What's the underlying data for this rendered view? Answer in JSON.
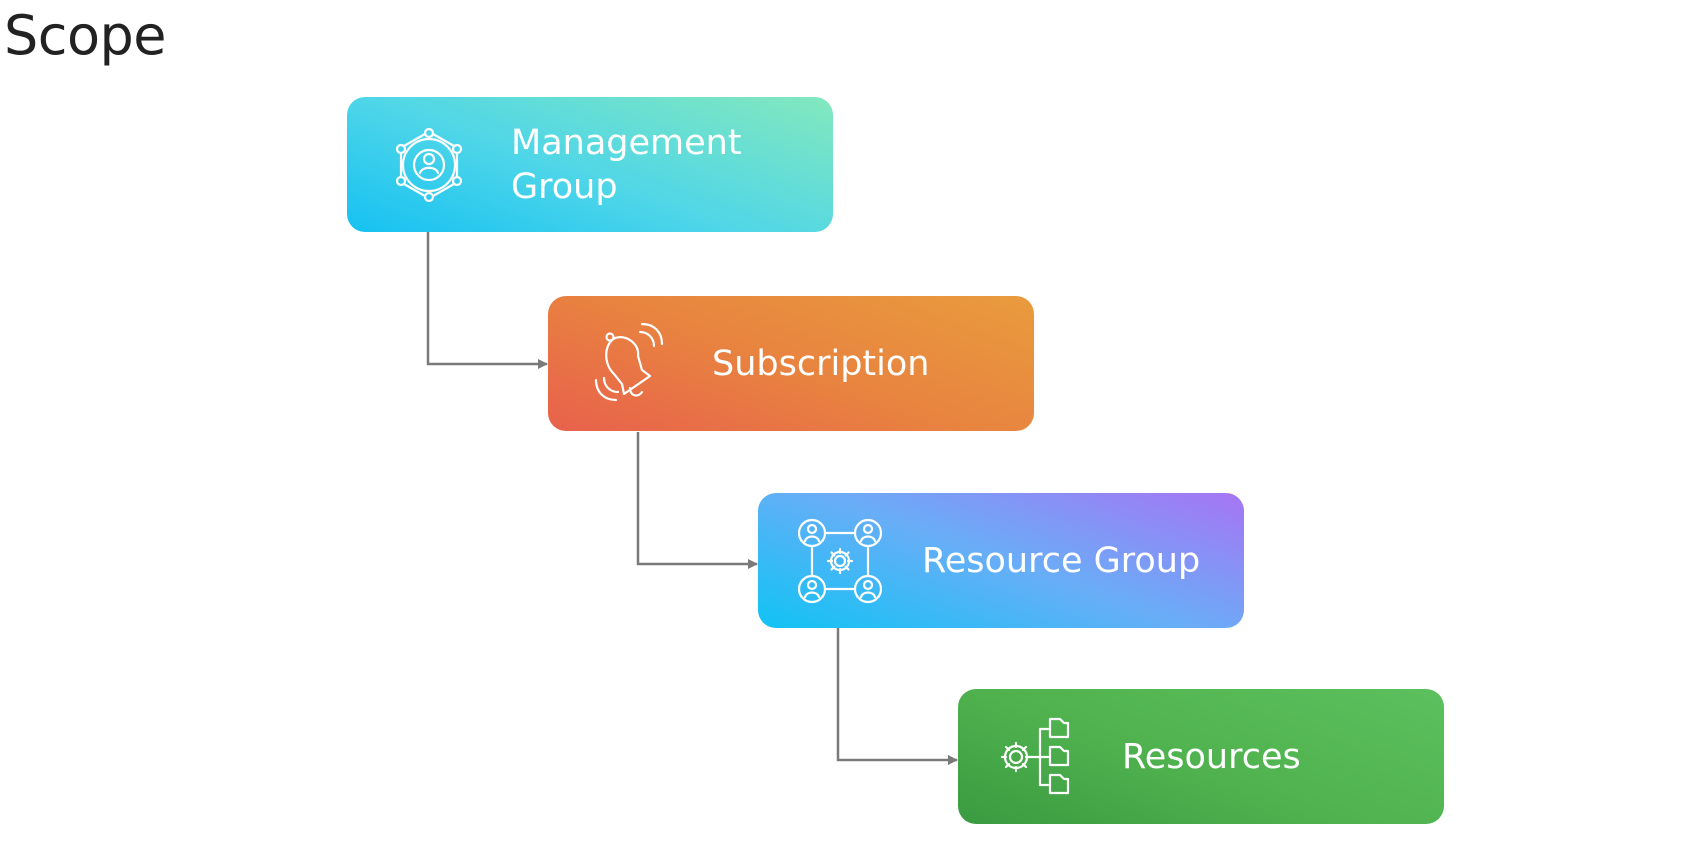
{
  "page": {
    "title": "Scope"
  },
  "hierarchy": [
    {
      "label": "Management\nGroup",
      "icon": "management-group-icon",
      "color_start": "#16c1f2",
      "color_end": "#83e8bd"
    },
    {
      "label": "Subscription",
      "icon": "bell-icon",
      "color_start": "#e8614c",
      "color_end": "#e99b3e"
    },
    {
      "label": "Resource Group",
      "icon": "people-network-gear-icon",
      "color_start": "#10c3f4",
      "color_end": "#a774f4"
    },
    {
      "label": "Resources",
      "icon": "gear-file-tree-icon",
      "color_start": "#3a9a40",
      "color_end": "#5cc05e"
    }
  ],
  "connector_color": "#7a7a7a"
}
